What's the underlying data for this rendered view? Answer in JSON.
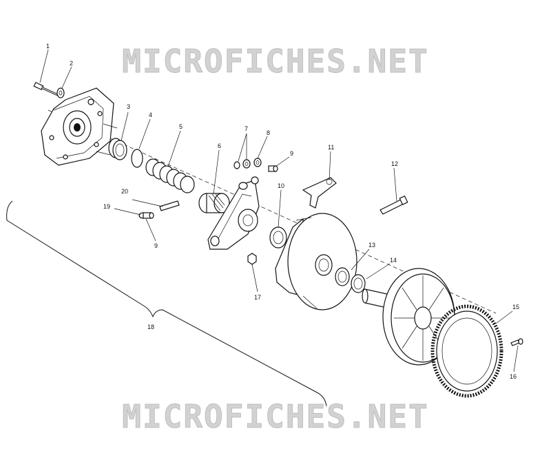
{
  "watermark": "MICROFICHES.NET",
  "callouts": {
    "c1": "1",
    "c2": "2",
    "c3": "3",
    "c4": "4",
    "c5": "5",
    "c6": "6",
    "c7": "7",
    "c8": "8",
    "c9a": "9",
    "c9b": "9",
    "c10": "10",
    "c11": "11",
    "c12": "12",
    "c13": "13",
    "c14": "14",
    "c15": "15",
    "c16": "16",
    "c17": "17",
    "c18": "18",
    "c19": "19",
    "c20": "20"
  }
}
